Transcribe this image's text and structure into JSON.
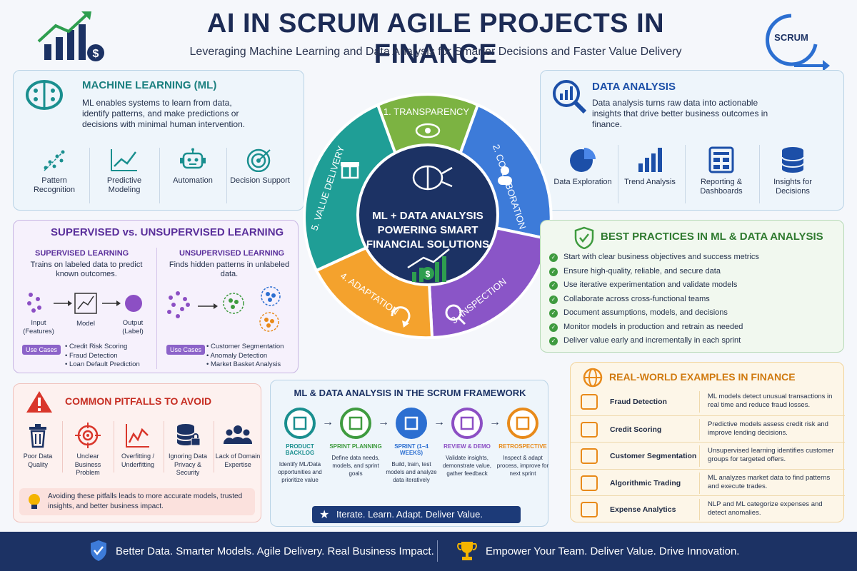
{
  "header": {
    "title": "AI IN SCRUM AGILE PROJECTS IN FINANCE",
    "subtitle": "Leveraging Machine Learning and Data Analysis for Smarter Decisions and Faster Value Delivery",
    "scrum_logo": "SCRUM"
  },
  "ml": {
    "title": "MACHINE LEARNING (ML)",
    "desc": "ML enables systems to learn from data, identify patterns, and make predictions or decisions with minimal human intervention.",
    "features": [
      {
        "label": "Pattern Recognition",
        "icon": "scatter-icon"
      },
      {
        "label": "Predictive Modeling",
        "icon": "trend-up-icon"
      },
      {
        "label": "Automation",
        "icon": "robot-icon"
      },
      {
        "label": "Decision Support",
        "icon": "target-icon"
      }
    ]
  },
  "data_analysis": {
    "title": "DATA ANALYSIS",
    "desc": "Data analysis turns raw data into actionable insights that drive better business outcomes in finance.",
    "features": [
      {
        "label": "Data Exploration",
        "icon": "pie-chart-icon"
      },
      {
        "label": "Trend Analysis",
        "icon": "bar-chart-icon"
      },
      {
        "label": "Reporting & Dashboards",
        "icon": "dashboard-icon"
      },
      {
        "label": "Insights for Decisions",
        "icon": "database-icon"
      }
    ]
  },
  "cycle": {
    "center_text": "ML + DATA ANALYSIS POWERING SMART FINANCIAL SOLUTIONS",
    "segments": [
      "1. TRANSPARENCY",
      "2. COLLABORATION",
      "3. INSPECTION",
      "4. ADAPTATION",
      "5. VALUE DELIVERY"
    ]
  },
  "supervised": {
    "title": "SUPERVISED vs. UNSUPERVISED LEARNING",
    "sup_title": "SUPERVISED LEARNING",
    "sup_desc": "Trains on labeled data to predict known outcomes.",
    "sup_input": "Input (Features)",
    "sup_model": "Model",
    "sup_output": "Output (Label)",
    "use_cases_label": "Use Cases",
    "sup_cases": [
      "• Credit Risk Scoring",
      "• Fraud Detection",
      "• Loan Default Prediction"
    ],
    "unsup_title": "UNSUPERVISED LEARNING",
    "unsup_desc": "Finds hidden patterns in unlabeled data.",
    "unsup_cases": [
      "• Customer Segmentation",
      "• Anomaly Detection",
      "• Market Basket Analysis"
    ]
  },
  "best_practices": {
    "title": "BEST PRACTICES IN ML & DATA ANALYSIS",
    "items": [
      "Start with clear business objectives and success metrics",
      "Ensure high-quality, reliable, and secure data",
      "Use iterative experimentation and validate models",
      "Collaborate across cross-functional teams",
      "Document assumptions, models, and decisions",
      "Monitor models in production and retrain as needed",
      "Deliver value early and incrementally in each sprint"
    ]
  },
  "pitfalls": {
    "title": "COMMON PITFALLS TO AVOID",
    "items": [
      {
        "label": "Poor Data Quality",
        "icon": "trash-icon"
      },
      {
        "label": "Unclear Business Problem",
        "icon": "crosshair-icon"
      },
      {
        "label": "Overfitting / Underfitting",
        "icon": "zigzag-chart-icon"
      },
      {
        "label": "Ignoring Data Privacy & Security",
        "icon": "database-lock-icon"
      },
      {
        "label": "Lack of Domain Expertise",
        "icon": "team-icon"
      }
    ],
    "note": "Avoiding these pitfalls leads to more accurate models, trusted insights, and better business impact."
  },
  "scrum_framework": {
    "title": "ML & DATA ANALYSIS IN THE SCRUM FRAMEWORK",
    "steps": [
      {
        "name": "PRODUCT BACKLOG",
        "desc": "Identify ML/Data opportunities and prioritize value",
        "color": "#1a8f8f"
      },
      {
        "name": "SPRINT PLANNING",
        "desc": "Define data needs, models, and sprint goals",
        "color": "#3f9b3f"
      },
      {
        "name": "SPRINT (1–4 WEEKS)",
        "desc": "Build, train, test models and analyze data iteratively",
        "color": "#2c6fd1"
      },
      {
        "name": "REVIEW & DEMO",
        "desc": "Validate insights, demonstrate value, gather feedback",
        "color": "#8c4fc4"
      },
      {
        "name": "RETROSPECTIVE",
        "desc": "Inspect & adapt process, improve for next sprint",
        "color": "#e88a1a"
      }
    ],
    "banner": "Iterate. Learn. Adapt. Deliver Value."
  },
  "real_world": {
    "title": "REAL-WORLD EXAMPLES IN FINANCE",
    "rows": [
      {
        "name": "Fraud Detection",
        "desc": "ML models detect unusual transactions in real time and reduce fraud losses.",
        "icon": "credit-card-icon"
      },
      {
        "name": "Credit Scoring",
        "desc": "Predictive models assess credit risk and improve lending decisions.",
        "icon": "bar-chart-icon"
      },
      {
        "name": "Customer Segmentation",
        "desc": "Unsupervised learning identifies customer groups for targeted offers.",
        "icon": "people-icon"
      },
      {
        "name": "Algorithmic Trading",
        "desc": "ML analyzes market data to find patterns and execute trades.",
        "icon": "line-chart-icon"
      },
      {
        "name": "Expense Analytics",
        "desc": "NLP and ML categorize expenses and detect anomalies.",
        "icon": "clipboard-icon"
      }
    ]
  },
  "footer": {
    "left": "Better Data. Smarter Models. Agile Delivery. Real Business Impact.",
    "right": "Empower Your Team. Deliver Value. Drive Innovation."
  },
  "colors": {
    "navy": "#1c3264",
    "teal": "#1a8f8f",
    "green": "#6aa84f",
    "blue": "#2c6fd1",
    "purple": "#8c4fc4",
    "orange": "#f0a030",
    "red": "#d9362b"
  }
}
